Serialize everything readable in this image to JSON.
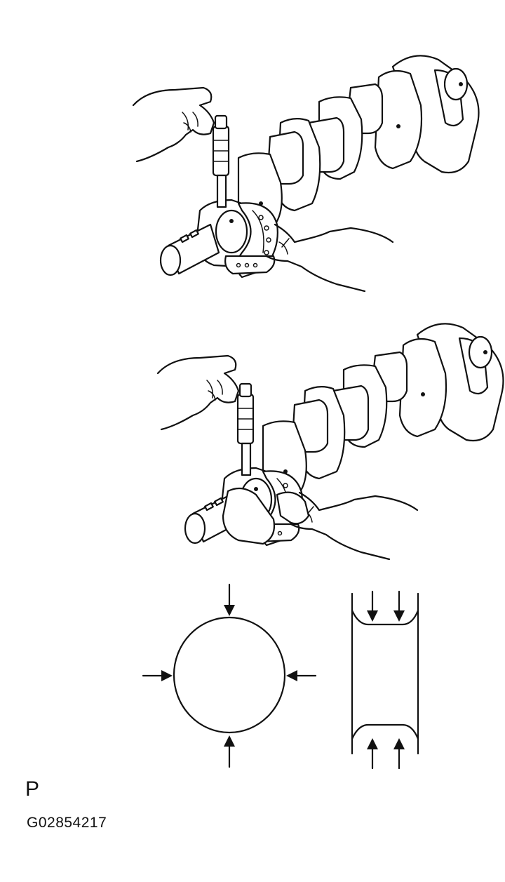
{
  "figure": {
    "code_letter": "P",
    "figure_id": "G02854217"
  },
  "illustrations": [
    {
      "name": "micrometer-measuring-crankshaft-journal-view-1"
    },
    {
      "name": "micrometer-measuring-crankshaft-journal-view-2"
    },
    {
      "name": "journal-circumference-measurement-points"
    },
    {
      "name": "journal-length-measurement-points"
    }
  ],
  "colors": {
    "ink": "#111111",
    "background": "#ffffff"
  }
}
